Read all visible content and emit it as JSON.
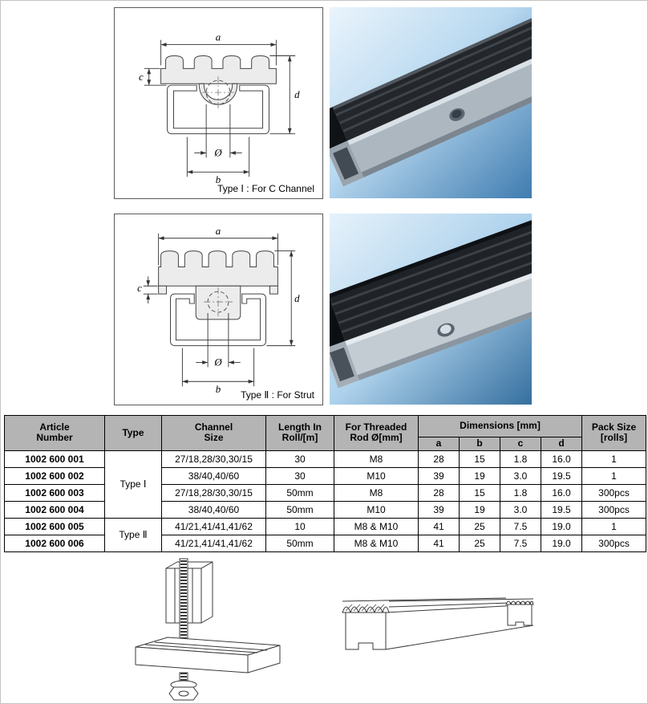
{
  "figures": [
    {
      "caption": "Type Ⅰ : For C Channel",
      "labels": {
        "a": "a",
        "b": "b",
        "c": "c",
        "d": "d",
        "dia": "Ø"
      }
    },
    {
      "caption": "Type Ⅱ : For Strut",
      "labels": {
        "a": "a",
        "b": "b",
        "c": "c",
        "d": "d",
        "dia": "Ø"
      }
    }
  ],
  "table": {
    "headers": {
      "article": "Article\nNumber",
      "type": "Type",
      "channel": "Channel\nSize",
      "length": "Length In\nRoll/[m]",
      "rod": "For Threaded\nRod Ø[mm]",
      "dims": "Dimensions [mm]",
      "a": "a",
      "b": "b",
      "c": "c",
      "d": "d",
      "pack": "Pack Size\n[rolls]"
    },
    "types": [
      {
        "label": "Type Ⅰ"
      },
      {
        "label": "Type Ⅱ"
      }
    ],
    "rows": [
      {
        "article": "1002 600 001",
        "channel": "27/18,28/30,30/15",
        "length": "30",
        "rod": "M8",
        "a": "28",
        "b": "15",
        "c": "1.8",
        "d": "16.0",
        "pack": "1"
      },
      {
        "article": "1002 600 002",
        "channel": "38/40,40/60",
        "length": "30",
        "rod": "M10",
        "a": "39",
        "b": "19",
        "c": "3.0",
        "d": "19.5",
        "pack": "1"
      },
      {
        "article": "1002 600 003",
        "channel": "27/18,28/30,30/15",
        "length": "50mm",
        "rod": "M8",
        "a": "28",
        "b": "15",
        "c": "1.8",
        "d": "16.0",
        "pack": "300pcs"
      },
      {
        "article": "1002 600 004",
        "channel": "38/40,40/60",
        "length": "50mm",
        "rod": "M10",
        "a": "39",
        "b": "19",
        "c": "3.0",
        "d": "19.5",
        "pack": "300pcs"
      },
      {
        "article": "1002 600 005",
        "channel": "41/21,41/41,41/62",
        "length": "10",
        "rod": "M8 & M10",
        "a": "41",
        "b": "25",
        "c": "7.5",
        "d": "19.0",
        "pack": "1"
      },
      {
        "article": "1002 600 006",
        "channel": "41/21,41/41,41/62",
        "length": "50mm",
        "rod": "M8 & M10",
        "a": "41",
        "b": "25",
        "c": "7.5",
        "d": "19.0",
        "pack": "300pcs"
      }
    ]
  },
  "colors": {
    "table_header_bg": "#b4b4b4",
    "photo_background_blue": "#3f7cb0"
  }
}
